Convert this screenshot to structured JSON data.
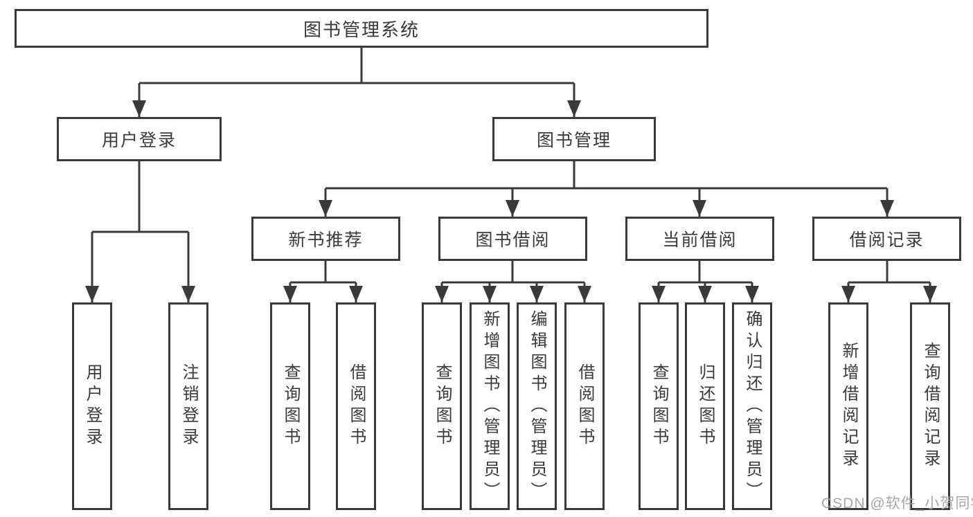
{
  "colors": {
    "line": "#3a3a3a",
    "text": "#3a3a3a",
    "box_background": "#ffffff",
    "watermark": "#a0a0a0"
  },
  "watermark": {
    "text": "CSDN @软件_小贺同学"
  },
  "diagram": {
    "type": "tree",
    "root": {
      "label": "图书管理系统",
      "children": [
        {
          "label": "用户登录",
          "children": [
            {
              "label": "用户登录"
            },
            {
              "label": "注销登录"
            }
          ]
        },
        {
          "label": "图书管理",
          "children": [
            {
              "label": "新书推荐",
              "children": [
                {
                  "label": "查询图书"
                },
                {
                  "label": "借阅图书"
                }
              ]
            },
            {
              "label": "图书借阅",
              "children": [
                {
                  "label": "查询图书"
                },
                {
                  "label": "新增图书（管理员）"
                },
                {
                  "label": "编辑图书（管理员）"
                },
                {
                  "label": "借阅图书"
                }
              ]
            },
            {
              "label": "当前借阅",
              "children": [
                {
                  "label": "查询图书"
                },
                {
                  "label": "归还图书"
                },
                {
                  "label": "确认归还（管理员）"
                }
              ]
            },
            {
              "label": "借阅记录",
              "children": [
                {
                  "label": "新增借阅记录"
                },
                {
                  "label": "查询借阅记录"
                }
              ]
            }
          ]
        }
      ]
    }
  }
}
